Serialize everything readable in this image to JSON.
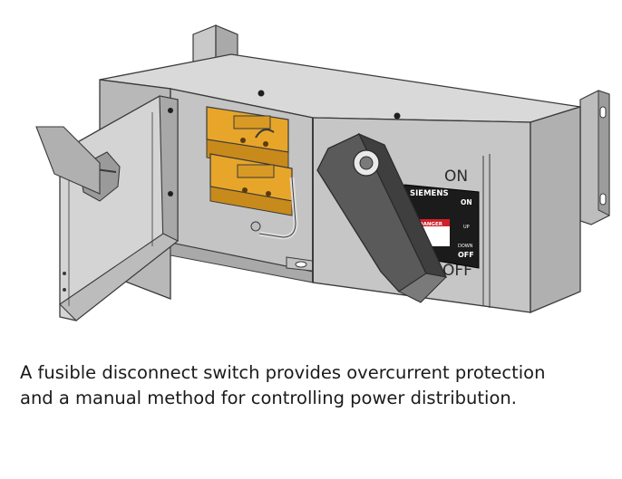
{
  "illustration": {
    "name": "fusible-disconnect-switch",
    "label": {
      "on": "ON",
      "off": "OFF",
      "brand": "SIEMENS",
      "plate_on": "ON",
      "plate_up": "UP",
      "plate_down": "DOWN",
      "plate_off": "OFF",
      "danger": "DANGER"
    },
    "colors": {
      "steel_light": "#d2d2d2",
      "steel_mid": "#b6b6b6",
      "steel_dark": "#8e8e8e",
      "outline": "#3a3a3a",
      "fuse_block": "#e7a52a",
      "handle": "#555555",
      "plate_black": "#1b1b1b",
      "danger_red": "#d0202a"
    }
  },
  "caption": {
    "line1": "A fusible disconnect switch provides overcurrent protection",
    "line2": "and a manual method for controlling power distribution."
  }
}
